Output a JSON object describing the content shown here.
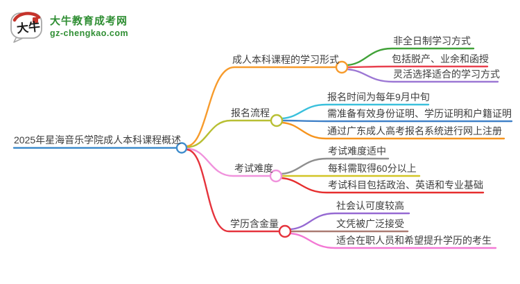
{
  "logo": {
    "title": "大牛教育成考网",
    "domain": "gz-chengkao.com",
    "mark_text": "大牛",
    "brand_color": "#2f8e33"
  },
  "mindmap": {
    "root": {
      "label": "2025年星海音乐学院成人本科课程概述",
      "color": "#3e8ccc"
    },
    "branches": [
      {
        "label": "成人本科课程的学习形式",
        "color": "#f79b2c",
        "children": [
          {
            "label": "非全日制学习方式",
            "color": "#41a238"
          },
          {
            "label": "包括脱产、业余和函授",
            "color": "#e8404e"
          },
          {
            "label": "灵活选择适合的学习方式",
            "color": "#9c77d4"
          }
        ]
      },
      {
        "label": "报名流程",
        "color": "#b8bf33",
        "children": [
          {
            "label": "报名时间为每年9月中旬",
            "color": "#3ac0dc"
          },
          {
            "label": "需准备有效身份证明、学历证明和户籍证明",
            "color": "#4081c8"
          },
          {
            "label": "通过广东成人高考报名系统进行网上注册",
            "color": "#f6941e"
          }
        ]
      },
      {
        "label": "考试难度",
        "color": "#f092dc",
        "children": [
          {
            "label": "考试难度适中",
            "color": "#8f8f8f"
          },
          {
            "label": "每科需取得60分以上",
            "color": "#d2c525"
          },
          {
            "label": "考试科目包括政治、英语和专业基础",
            "color": "#e62e2e"
          }
        ]
      },
      {
        "label": "学历含金量",
        "color": "#e5333c",
        "children": [
          {
            "label": "社会认可度较高",
            "color": "#9569d2"
          },
          {
            "label": "文凭被广泛接受",
            "color": "#aa7a72"
          },
          {
            "label": "适合在职人员和希望提升学历的考生",
            "color": "#f378d4"
          }
        ]
      }
    ]
  }
}
